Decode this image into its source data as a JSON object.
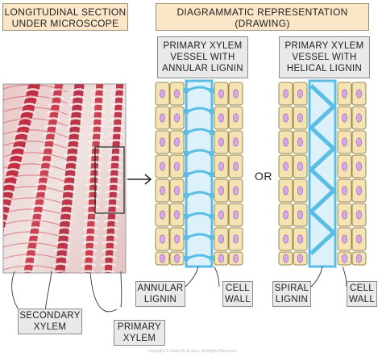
{
  "headers": {
    "left_line1": "LONGITUDINAL SECTION",
    "left_line2": "UNDER MICROSCOPE",
    "right_line1": "DIAGRAMMATIC REPRESENTATION",
    "right_line2": "(DRAWING)"
  },
  "vessels": {
    "annular_line1": "PRIMARY XYLEM",
    "annular_line2": "VESSEL WITH",
    "annular_line3": "ANNULAR LIGNIN",
    "helical_line1": "PRIMARY XYLEM",
    "helical_line2": "VESSEL WITH",
    "helical_line3": "HELICAL LIGNIN"
  },
  "or_text": "OR",
  "labels": {
    "annular_line1": "ANNULAR",
    "annular_line2": "LIGNIN",
    "cellwall1_line1": "CELL",
    "cellwall1_line2": "WALL",
    "spiral_line1": "SPIRAL",
    "spiral_line2": "LIGNIN",
    "cellwall2_line1": "CELL",
    "cellwall2_line2": "WALL",
    "secondary_line1": "SECONDARY",
    "secondary_line2": "XYLEM",
    "primary_line1": "PRIMARY",
    "primary_line2": "XYLEM"
  },
  "copyright": "Copyright © Save My Exams. All Rights Reserved",
  "colors": {
    "header_bg": "#fbe6c8",
    "label_bg": "#e9e9e9",
    "cell_fill": "#f4e4b4",
    "cell_border": "#9a8850",
    "nucleus": "#d9a6e6",
    "lignin": "#5bbde4",
    "vessel_bg": "#ddf1fa",
    "stain_red": "#c8283c"
  }
}
